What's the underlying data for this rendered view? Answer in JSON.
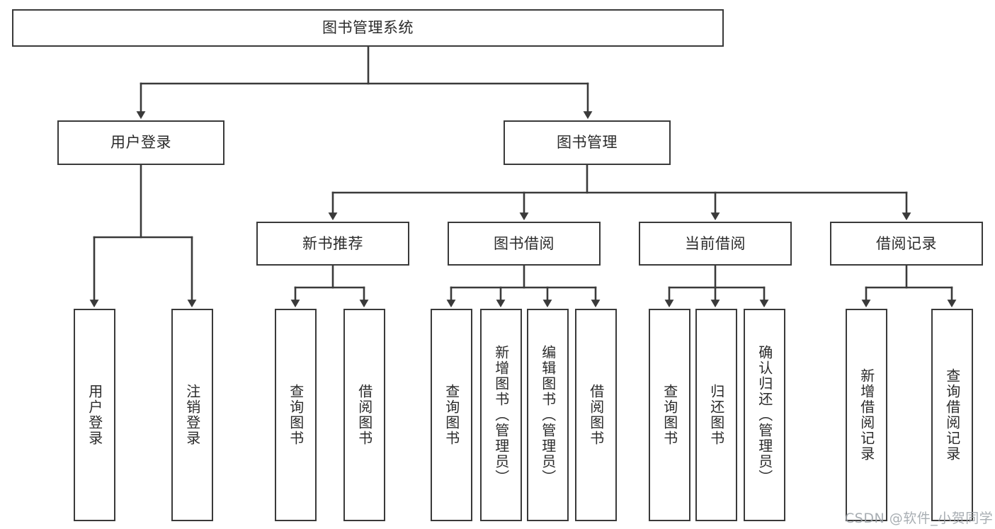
{
  "diagram": {
    "title": "图书管理系统",
    "watermark": "CSDN @软件_小贺同学",
    "colors": {
      "box_border": "#3a3a3a",
      "box_fill": "#ffffff",
      "line": "#3a3a3a",
      "text": "#2b2b2b",
      "watermark": "#9aa0a6",
      "background": "#ffffff"
    },
    "root": {
      "label": "图书管理系统"
    },
    "level2": [
      {
        "label": "用户登录"
      },
      {
        "label": "图书管理"
      }
    ],
    "level3": [
      {
        "label": "新书推荐"
      },
      {
        "label": "图书借阅"
      },
      {
        "label": "当前借阅"
      },
      {
        "label": "借阅记录"
      }
    ],
    "leaves": {
      "user_login": [
        {
          "label": "用户登录"
        },
        {
          "label": "注销登录"
        }
      ],
      "new_book_recommend": [
        {
          "label": "查询图书"
        },
        {
          "label": "借阅图书"
        }
      ],
      "book_borrow": [
        {
          "label": "查询图书"
        },
        {
          "label": "新增图书（管理员）"
        },
        {
          "label": "编辑图书（管理员）"
        },
        {
          "label": "借阅图书"
        }
      ],
      "current_borrow": [
        {
          "label": "查询图书"
        },
        {
          "label": "归还图书"
        },
        {
          "label": "确认归还（管理员）"
        }
      ],
      "borrow_records": [
        {
          "label": "新增借阅记录"
        },
        {
          "label": "查询借阅记录"
        }
      ]
    }
  }
}
